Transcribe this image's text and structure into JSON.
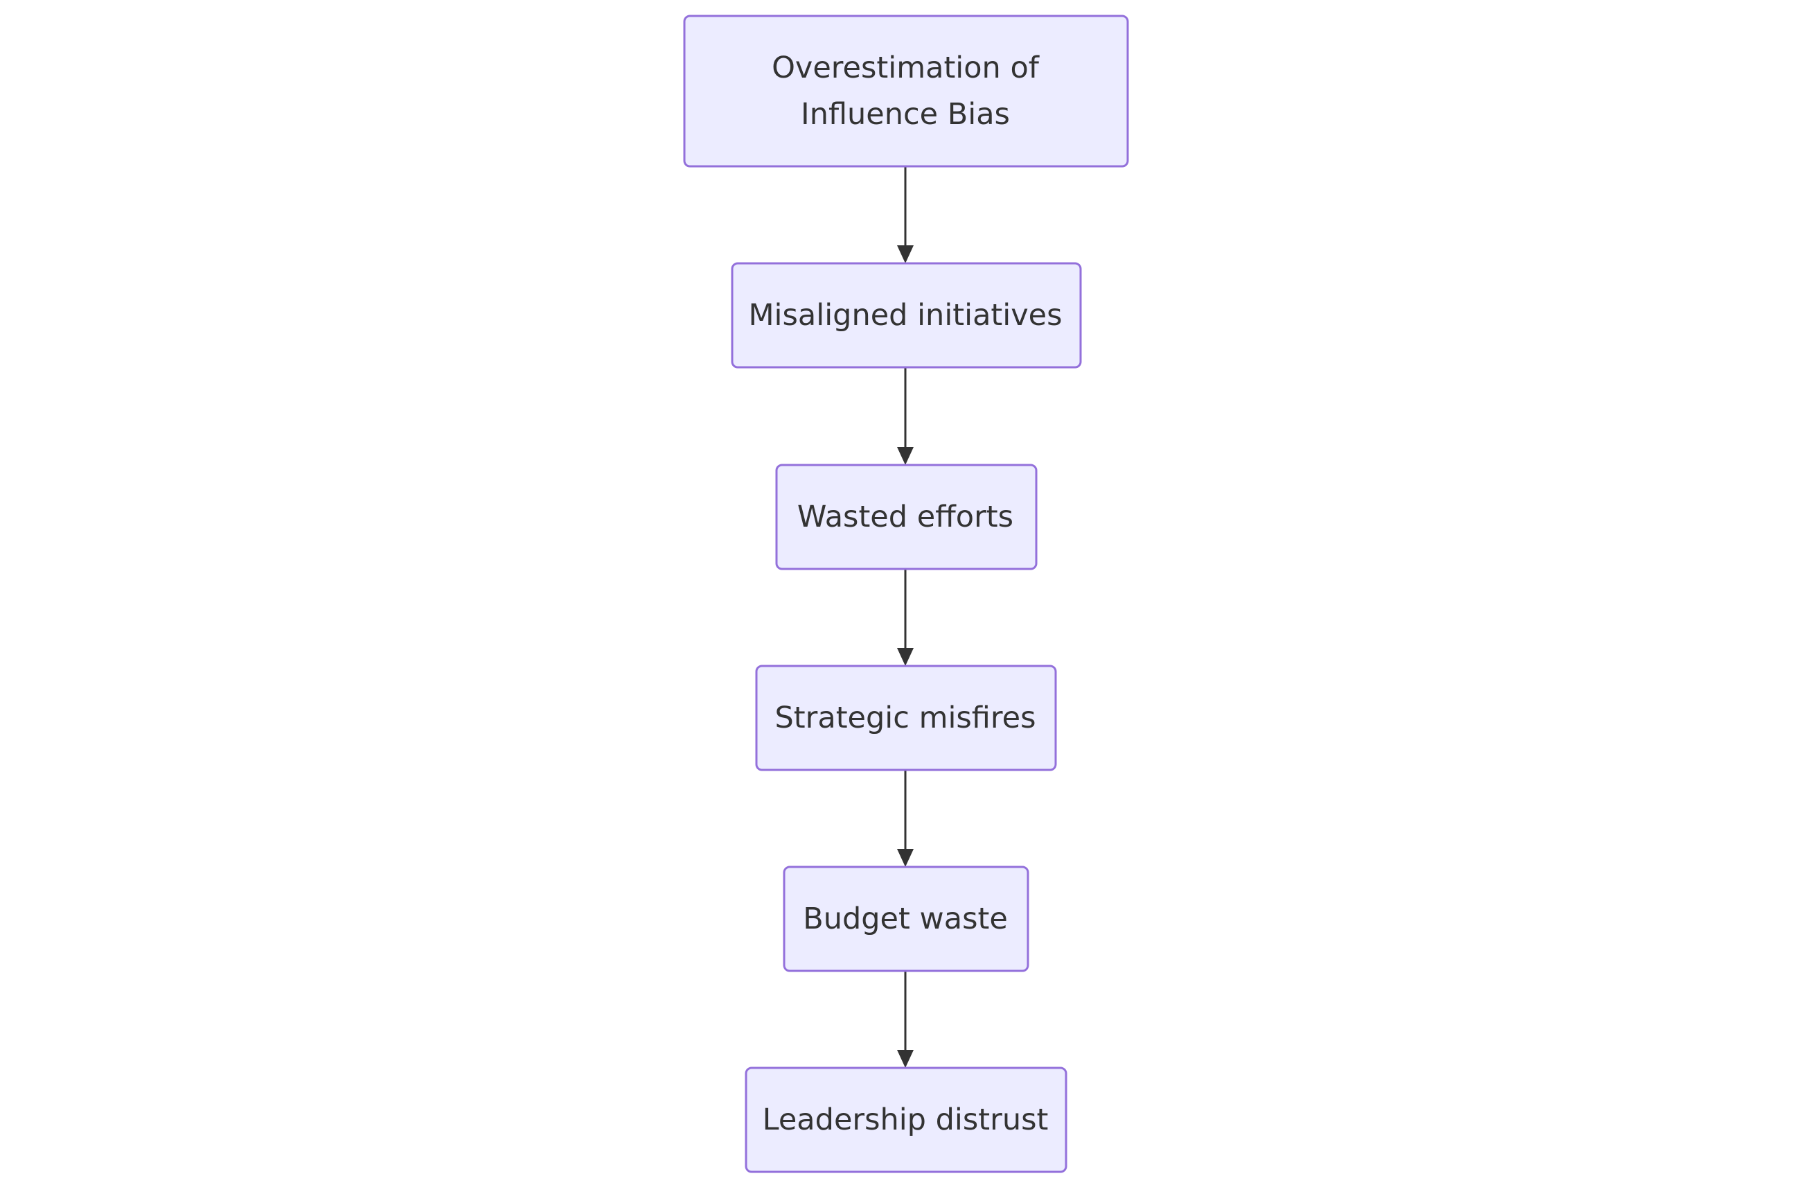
{
  "diagram": {
    "type": "flowchart",
    "direction": "top-down",
    "colors": {
      "node_fill": "#ECECFF",
      "node_border": "#9370DB",
      "text": "#333333",
      "edge": "#333333"
    },
    "nodes": [
      {
        "id": "bias",
        "lines": [
          "Overestimation of",
          "Influence Bias"
        ]
      },
      {
        "id": "misaligned",
        "lines": [
          "Misaligned initiatives"
        ]
      },
      {
        "id": "wasted",
        "lines": [
          "Wasted efforts"
        ]
      },
      {
        "id": "misfires",
        "lines": [
          "Strategic misfires"
        ]
      },
      {
        "id": "budget",
        "lines": [
          "Budget waste"
        ]
      },
      {
        "id": "distrust",
        "lines": [
          "Leadership distrust"
        ]
      }
    ],
    "edges": [
      {
        "from": "bias",
        "to": "misaligned"
      },
      {
        "from": "misaligned",
        "to": "wasted"
      },
      {
        "from": "wasted",
        "to": "misfires"
      },
      {
        "from": "misfires",
        "to": "budget"
      },
      {
        "from": "budget",
        "to": "distrust"
      }
    ]
  }
}
